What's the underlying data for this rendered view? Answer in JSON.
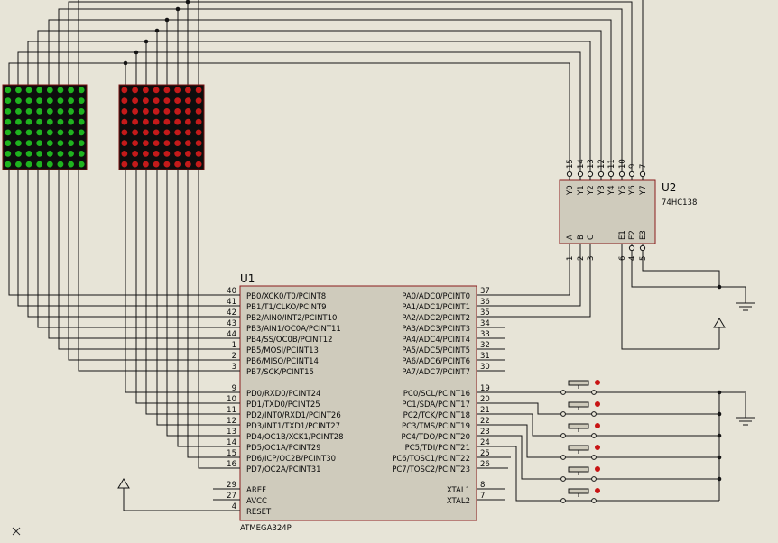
{
  "u1": {
    "ref": "U1",
    "part": "ATMEGA324P",
    "left_pins": [
      {
        "num": "40",
        "name": "PB0/XCK0/T0/PCINT8"
      },
      {
        "num": "41",
        "name": "PB1/T1/CLKO/PCINT9"
      },
      {
        "num": "42",
        "name": "PB2/AIN0/INT2/PCINT10"
      },
      {
        "num": "43",
        "name": "PB3/AIN1/OC0A/PCINT11"
      },
      {
        "num": "44",
        "name": "PB4/SS/OC0B/PCINT12"
      },
      {
        "num": "1",
        "name": "PB5/MOSI/PCINT13"
      },
      {
        "num": "2",
        "name": "PB6/MISO/PCINT14"
      },
      {
        "num": "3",
        "name": "PB7/SCK/PCINT15"
      },
      {
        "num": "9",
        "name": "PD0/RXD0/PCINT24"
      },
      {
        "num": "10",
        "name": "PD1/TXD0/PCINT25"
      },
      {
        "num": "11",
        "name": "PD2/INT0/RXD1/PCINT26"
      },
      {
        "num": "12",
        "name": "PD3/INT1/TXD1/PCINT27"
      },
      {
        "num": "13",
        "name": "PD4/OC1B/XCK1/PCINT28"
      },
      {
        "num": "14",
        "name": "PD5/OC1A/PCINT29"
      },
      {
        "num": "15",
        "name": "PD6/ICP/OC2B/PCINT30"
      },
      {
        "num": "16",
        "name": "PD7/OC2A/PCINT31"
      },
      {
        "num": "29",
        "name": "AREF"
      },
      {
        "num": "27",
        "name": "AVCC"
      },
      {
        "num": "4",
        "name": "RESET"
      }
    ],
    "right_pins": [
      {
        "num": "37",
        "name": "PA0/ADC0/PCINT0"
      },
      {
        "num": "36",
        "name": "PA1/ADC1/PCINT1"
      },
      {
        "num": "35",
        "name": "PA2/ADC2/PCINT2"
      },
      {
        "num": "34",
        "name": "PA3/ADC3/PCINT3"
      },
      {
        "num": "33",
        "name": "PA4/ADC4/PCINT4"
      },
      {
        "num": "32",
        "name": "PA5/ADC5/PCINT5"
      },
      {
        "num": "31",
        "name": "PA6/ADC6/PCINT6"
      },
      {
        "num": "30",
        "name": "PA7/ADC7/PCINT7"
      },
      {
        "num": "19",
        "name": "PC0/SCL/PCINT16"
      },
      {
        "num": "20",
        "name": "PC1/SDA/PCINT17"
      },
      {
        "num": "21",
        "name": "PC2/TCK/PCINT18"
      },
      {
        "num": "22",
        "name": "PC3/TMS/PCINT19"
      },
      {
        "num": "23",
        "name": "PC4/TDO/PCINT20"
      },
      {
        "num": "24",
        "name": "PC5/TDI/PCINT21"
      },
      {
        "num": "25",
        "name": "PC6/TOSC1/PCINT22"
      },
      {
        "num": "26",
        "name": "PC7/TOSC2/PCINT23"
      },
      {
        "num": "8",
        "name": "XTAL1"
      },
      {
        "num": "7",
        "name": "XTAL2"
      }
    ]
  },
  "u2": {
    "ref": "U2",
    "part": "74HC138",
    "top_pins": [
      {
        "num": "15",
        "name": "Y0"
      },
      {
        "num": "14",
        "name": "Y1"
      },
      {
        "num": "13",
        "name": "Y2"
      },
      {
        "num": "12",
        "name": "Y3"
      },
      {
        "num": "11",
        "name": "Y4"
      },
      {
        "num": "10",
        "name": "Y5"
      },
      {
        "num": "9",
        "name": "Y6"
      },
      {
        "num": "7",
        "name": "Y7"
      }
    ],
    "bottom_pins": [
      {
        "num": "1",
        "name": "A"
      },
      {
        "num": "2",
        "name": "B"
      },
      {
        "num": "3",
        "name": "C"
      },
      {
        "num": "6",
        "name": "E1"
      },
      {
        "num": "4",
        "name": "E2"
      },
      {
        "num": "5",
        "name": "E3"
      }
    ]
  },
  "colors": {
    "background": "#e7e4d7",
    "wire": "#141414",
    "body_fill": "#cfcbbc",
    "body_stroke": "#8b1c1c",
    "led_green": "#1fb31f",
    "led_red": "#c41a1a",
    "matrix_bg": "#0d0d0d",
    "pin_dot": "#c81414"
  },
  "icons": [
    "cross-marker-icon",
    "ground-icon",
    "power-arrow-icon",
    "push-button-icon"
  ]
}
